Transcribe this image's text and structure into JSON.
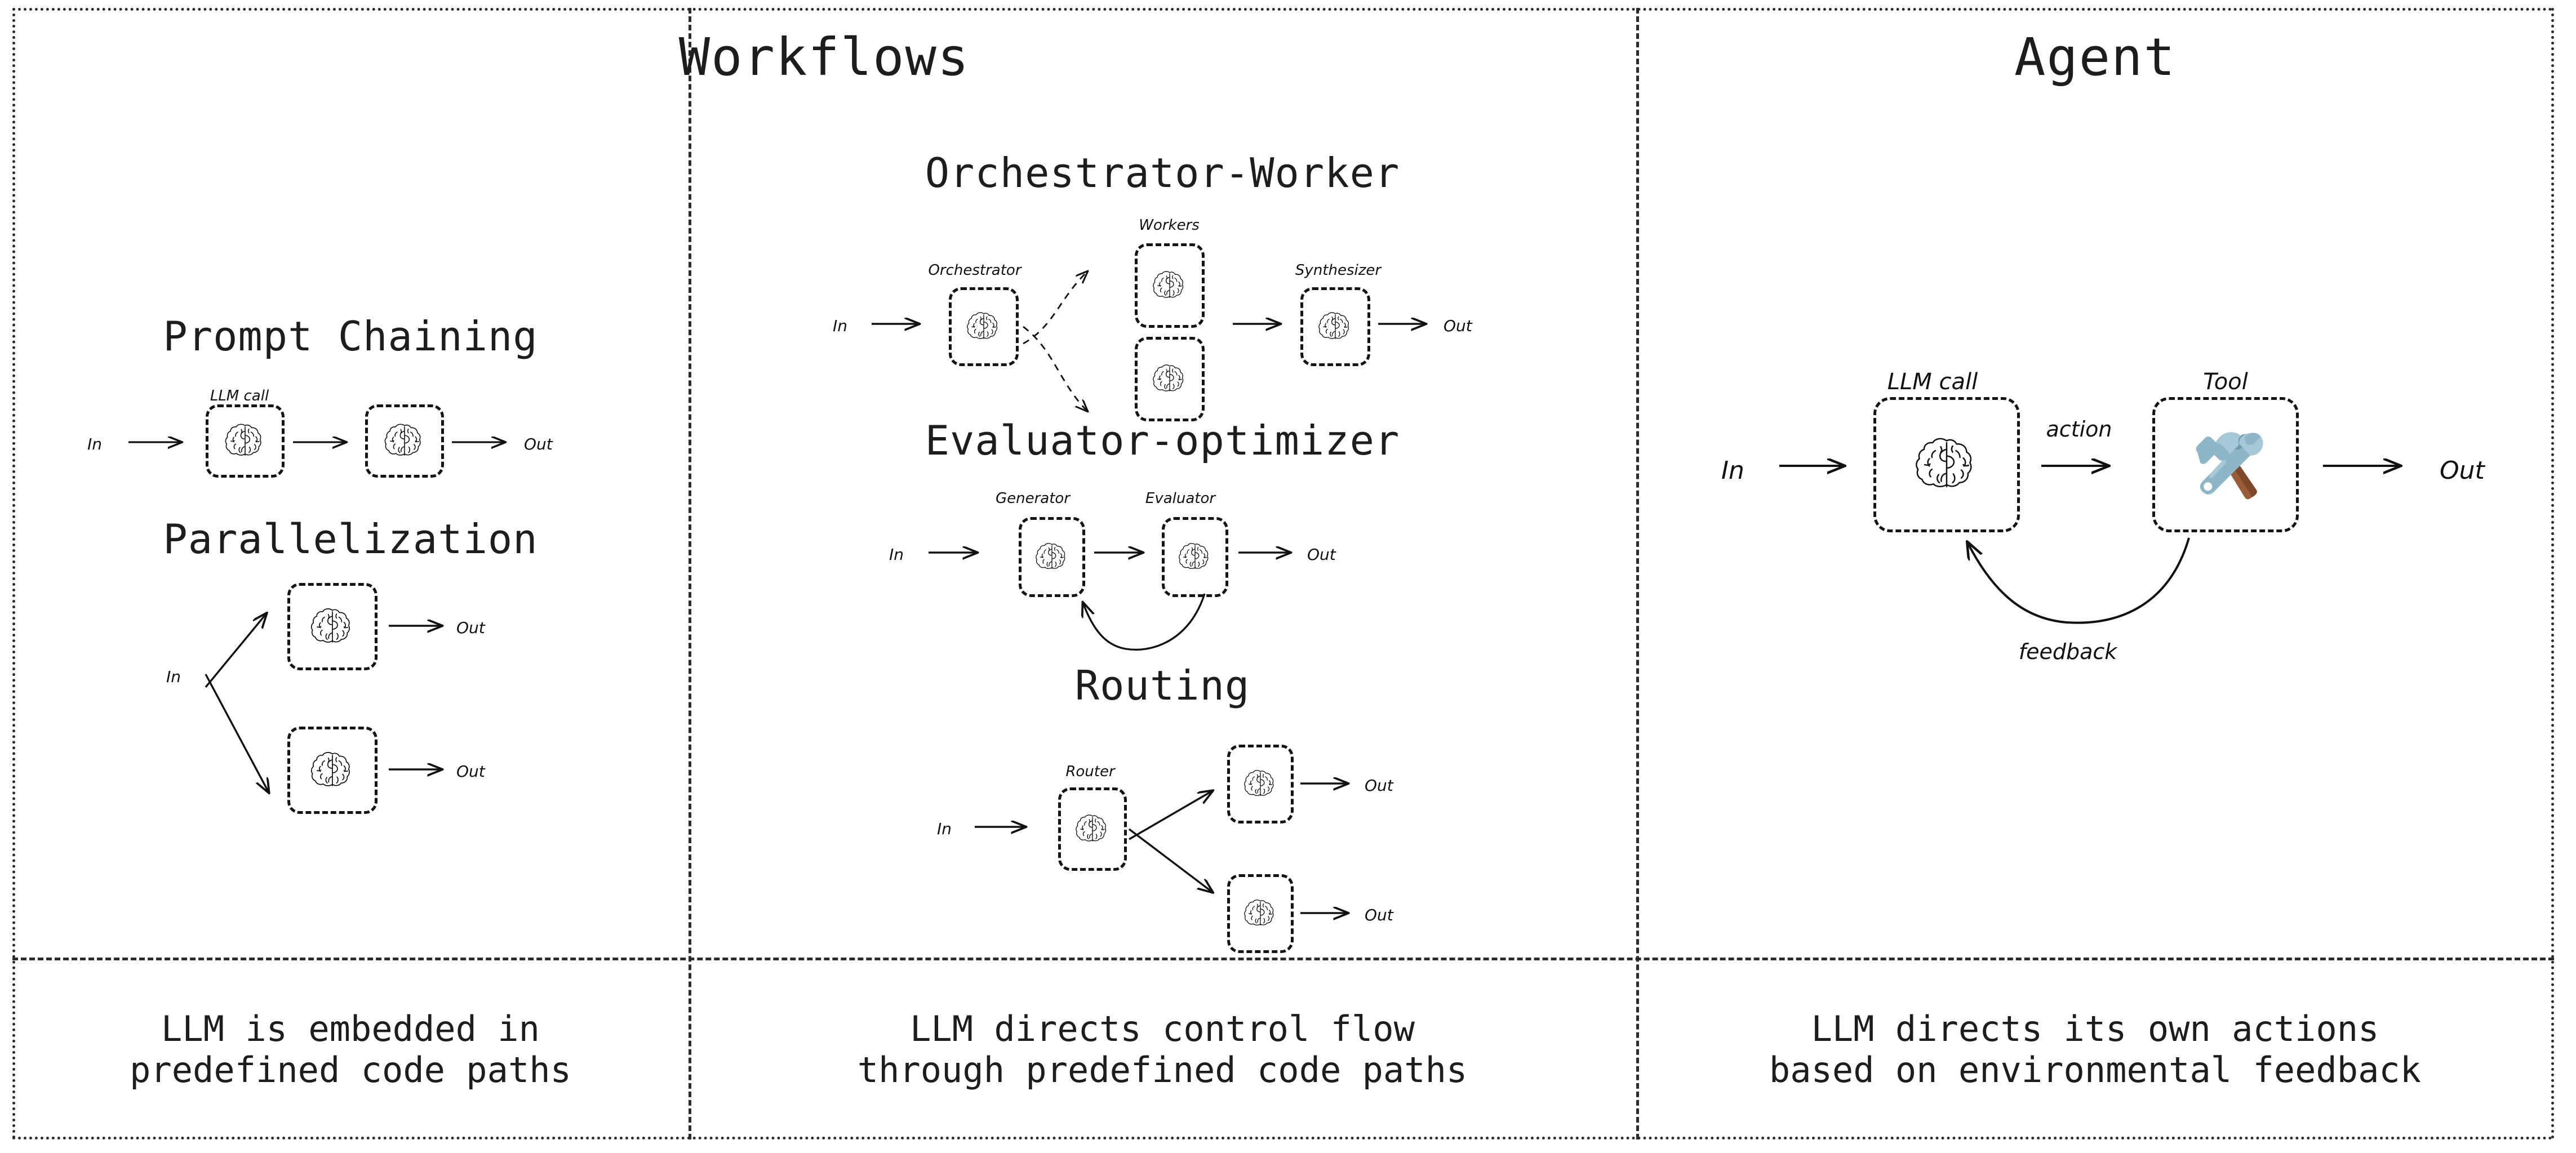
{
  "columns": {
    "workflows_title": "Workflows",
    "agent_title": "Agent"
  },
  "labels": {
    "in": "In",
    "out": "Out",
    "llm_call": "LLM call",
    "orchestrator": "Orchestrator",
    "workers": "Workers",
    "synthesizer": "Synthesizer",
    "generator": "Generator",
    "evaluator": "Evaluator",
    "router": "Router",
    "tool": "Tool",
    "action": "action",
    "feedback": "feedback"
  },
  "patterns": {
    "prompt_chaining": "Prompt Chaining",
    "parallelization": "Parallelization",
    "orchestrator_worker": "Orchestrator-Worker",
    "evaluator_optimizer": "Evaluator-optimizer",
    "routing": "Routing"
  },
  "captions": {
    "left": {
      "line1": "LLM is embedded in",
      "line2": "predefined code paths"
    },
    "mid": {
      "line1": "LLM directs control flow",
      "line2": "through predefined code paths"
    },
    "right": {
      "line1": "LLM directs its own actions",
      "line2": "based on environmental feedback"
    }
  },
  "icons": {
    "brain": "brain-icon",
    "tool": "hammer-and-wrench-icon"
  },
  "colors": {
    "ink": "#1a1a1a",
    "background": "#ffffff",
    "tool_metal": "#8fb6c7",
    "tool_metal_dark": "#6f9bb0",
    "tool_handle": "#9a5b38"
  }
}
